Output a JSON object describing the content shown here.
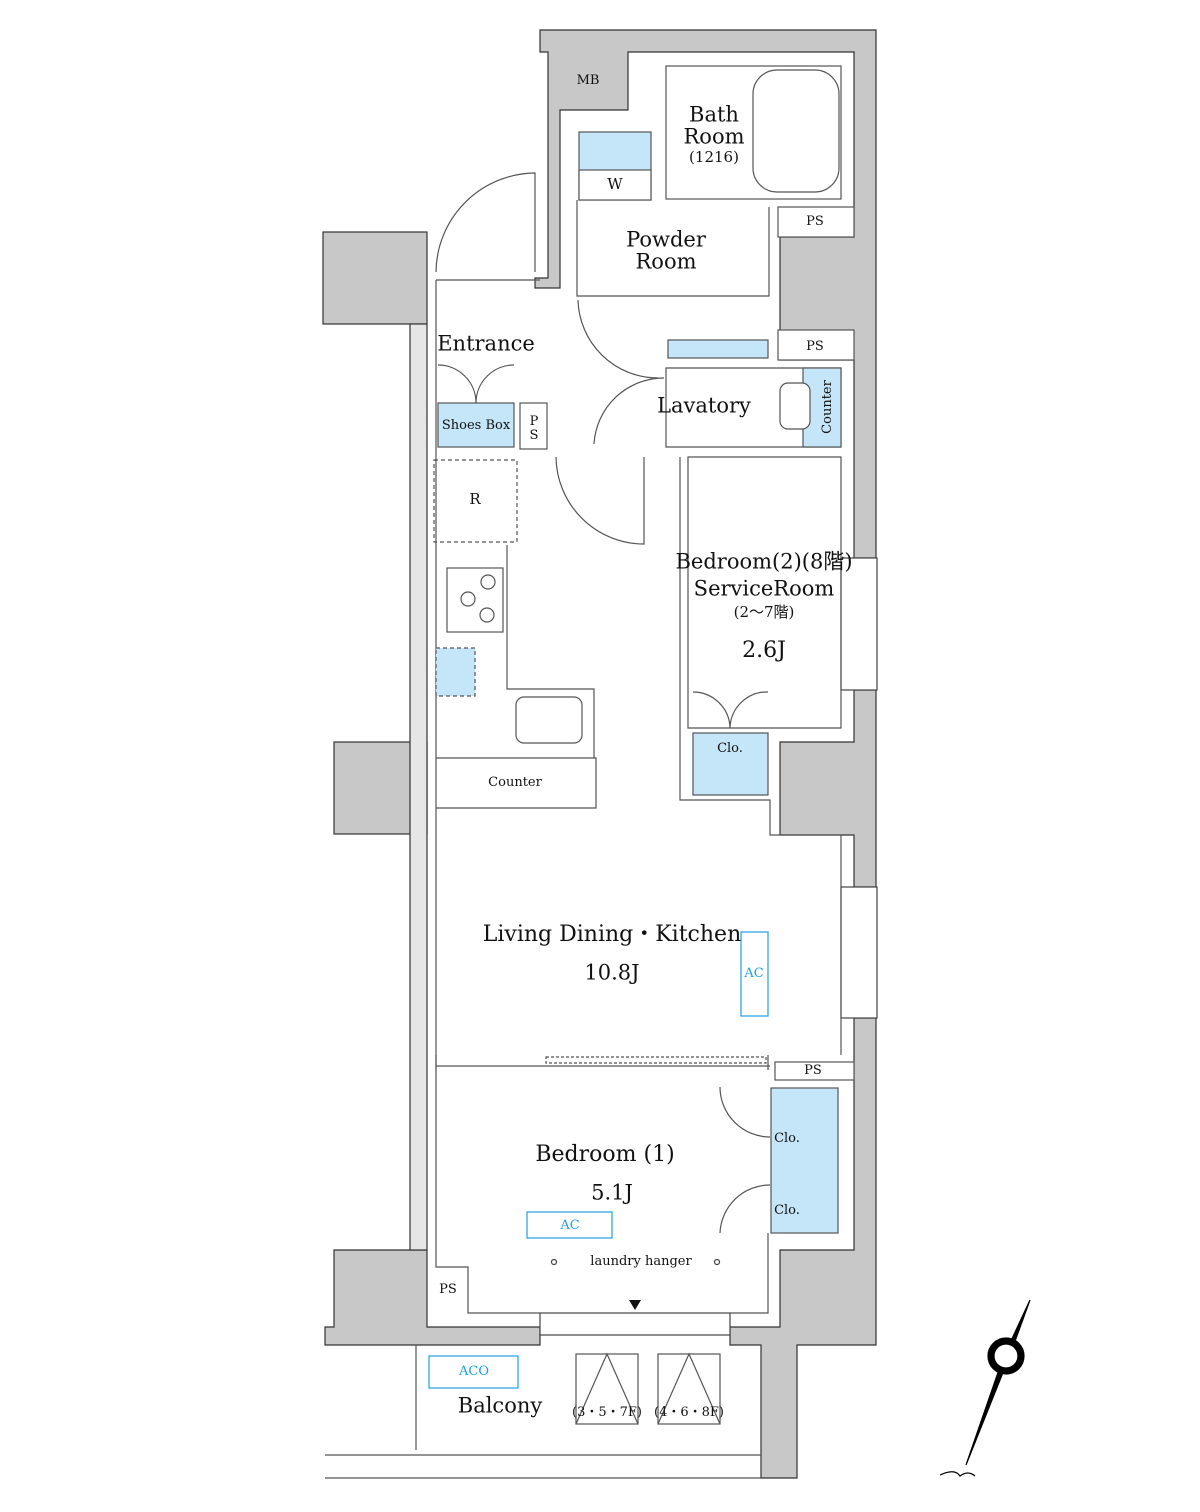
{
  "rooms": {
    "mb": "MB",
    "bath": [
      "Bath",
      "Room",
      "(1216)"
    ],
    "washer": "W",
    "ps": [
      "PS",
      "PS",
      "PS",
      "PS"
    ],
    "ps_small": [
      "P",
      "S"
    ],
    "powder": [
      "Powder",
      "Room"
    ],
    "entrance": "Entrance",
    "shoes_box": "Shoes Box",
    "lavatory": "Lavatory",
    "lavatory_counter": "Counter",
    "refrigerator": "R",
    "bedroom2": [
      "Bedroom(2)(8階)",
      "ServiceRoom",
      "(2～7階)",
      "2.6J"
    ],
    "closet": [
      "Clo.",
      "Clo.",
      "Clo."
    ],
    "kitchen_counter": "Counter",
    "ldk": [
      "Living Dining・Kitchen",
      "10.8J"
    ],
    "ac": [
      "AC",
      "AC"
    ],
    "bedroom1": [
      "Bedroom (1)",
      "5.1J"
    ],
    "laundry": "laundry hanger",
    "aco": "ACO",
    "balcony": "Balcony",
    "floors": [
      "(3・5・7F)",
      "(4・6・8F)"
    ]
  },
  "colors": {
    "wall": "#c8c8c8",
    "fixture": "#c5e6f8",
    "ac": "#1ea0e6"
  }
}
